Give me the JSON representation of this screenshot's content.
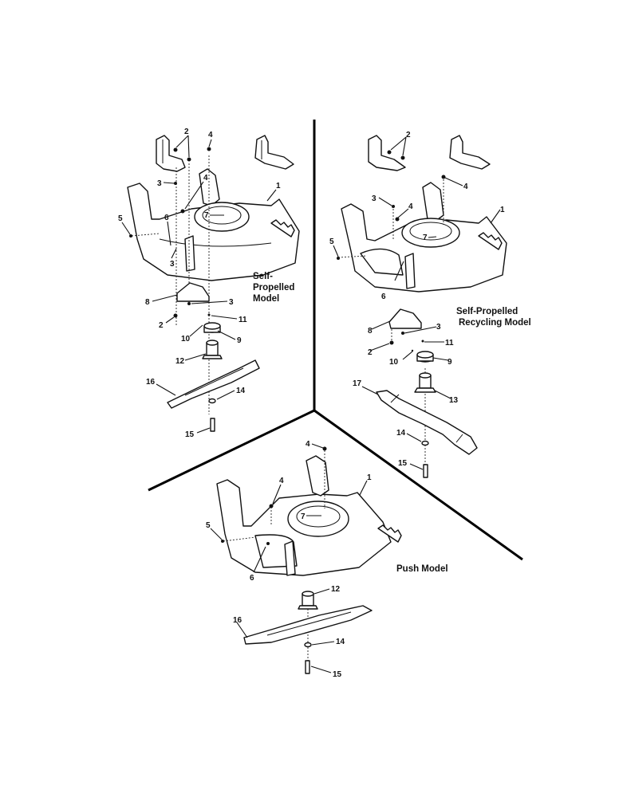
{
  "diagram": {
    "type": "exploded-parts-diagram",
    "panels": [
      {
        "id": "self-propelled",
        "title_lines": [
          "Self-",
          "Propelled",
          "Model"
        ],
        "callouts": [
          "1",
          "2",
          "3",
          "3",
          "3",
          "4",
          "4",
          "5",
          "6",
          "7",
          "8",
          "2",
          "3",
          "11",
          "10",
          "9",
          "12",
          "16",
          "14",
          "15"
        ]
      },
      {
        "id": "self-propelled-recycling",
        "title_lines": [
          "Self-Propelled",
          "Recycling Model"
        ],
        "callouts": [
          "2",
          "4",
          "3",
          "4",
          "1",
          "5",
          "7",
          "6",
          "8",
          "3",
          "2",
          "11",
          "10",
          "9",
          "17",
          "13",
          "14",
          "15"
        ]
      },
      {
        "id": "push",
        "title_lines": [
          "Push Model"
        ],
        "callouts": [
          "4",
          "4",
          "1",
          "5",
          "7",
          "6",
          "12",
          "16",
          "14",
          "15"
        ]
      }
    ],
    "labels": {
      "sp": {
        "n2a": "2",
        "n4a": "4",
        "n3a": "3",
        "n4b": "4",
        "n1": "1",
        "n5": "5",
        "n6": "6",
        "n7": "7",
        "n3b": "3",
        "n8": "8",
        "n3c": "3",
        "n2b": "2",
        "n11": "11",
        "n10": "10",
        "n9": "9",
        "n12": "12",
        "n16": "16",
        "n14": "14",
        "n15": "15"
      },
      "spr": {
        "n2": "2",
        "n4a": "4",
        "n3a": "3",
        "n4b": "4",
        "n1": "1",
        "n5": "5",
        "n7": "7",
        "n6": "6",
        "n8": "8",
        "n3b": "3",
        "n2b": "2",
        "n11": "11",
        "n10": "10",
        "n9": "9",
        "n17": "17",
        "n13": "13",
        "n14": "14",
        "n15": "15"
      },
      "push": {
        "n4a": "4",
        "n4b": "4",
        "n1": "1",
        "n5": "5",
        "n7": "7",
        "n6": "6",
        "n12": "12",
        "n16": "16",
        "n14": "14",
        "n15": "15"
      }
    }
  }
}
